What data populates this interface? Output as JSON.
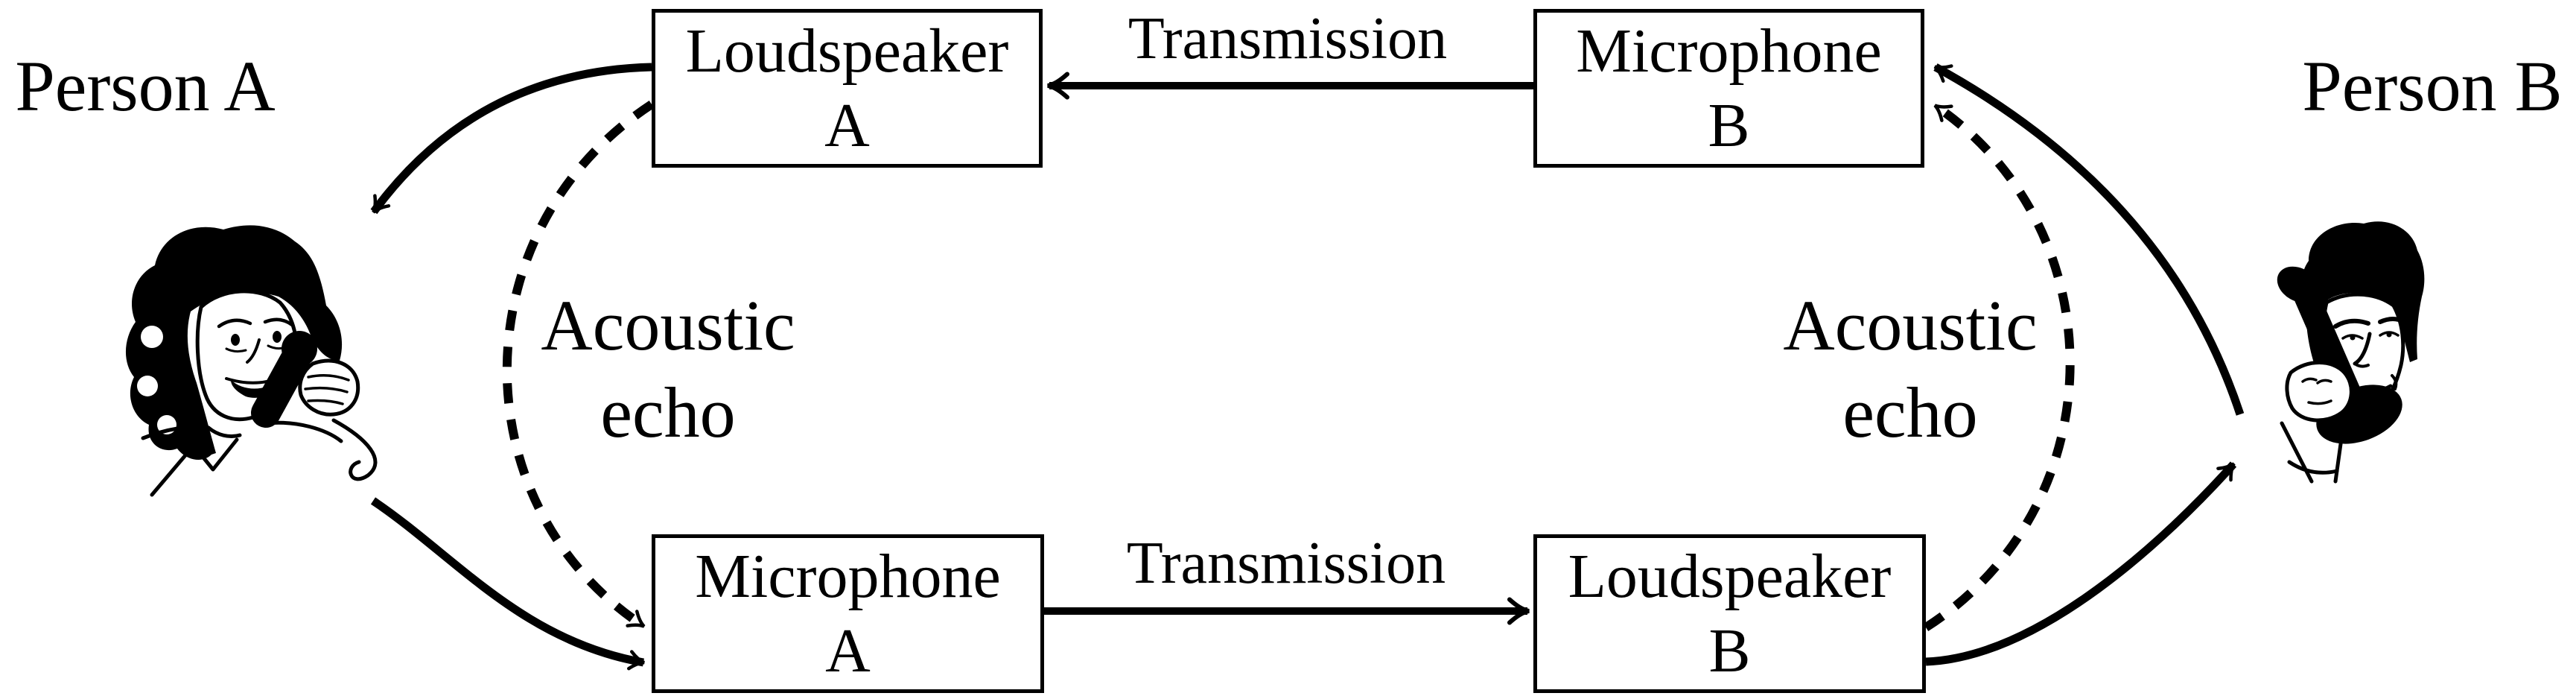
{
  "page": {
    "background": "#ffffff",
    "ink": "#000000"
  },
  "diagram": {
    "persons": {
      "a": {
        "label": "Person A"
      },
      "b": {
        "label": "Person B"
      }
    },
    "boxes": {
      "loudspeaker_a": {
        "line1": "Loudspeaker",
        "line2": "A"
      },
      "microphone_b": {
        "line1": "Microphone",
        "line2": "B"
      },
      "microphone_a": {
        "line1": "Microphone",
        "line2": "A"
      },
      "loudspeaker_b": {
        "line1": "Loudspeaker",
        "line2": "B"
      }
    },
    "labels": {
      "transmission_top": "Transmission",
      "transmission_bottom": "Transmission",
      "acoustic_echo_left": {
        "line1": "Acoustic",
        "line2": "echo"
      },
      "acoustic_echo_right": {
        "line1": "Acoustic",
        "line2": "echo"
      }
    },
    "edges": [
      {
        "from": "Microphone B",
        "to": "Loudspeaker A",
        "style": "solid",
        "label": "Transmission"
      },
      {
        "from": "Microphone A",
        "to": "Loudspeaker B",
        "style": "solid",
        "label": "Transmission"
      },
      {
        "from": "Loudspeaker A",
        "to": "Person A",
        "style": "solid",
        "label": ""
      },
      {
        "from": "Person A",
        "to": "Microphone A",
        "style": "solid",
        "label": ""
      },
      {
        "from": "Loudspeaker A",
        "to": "Microphone A",
        "style": "dashed",
        "label": "Acoustic echo"
      },
      {
        "from": "Loudspeaker B",
        "to": "Person B",
        "style": "solid",
        "label": ""
      },
      {
        "from": "Person B",
        "to": "Microphone B",
        "style": "solid",
        "label": ""
      },
      {
        "from": "Loudspeaker B",
        "to": "Microphone B",
        "style": "dashed",
        "label": "Acoustic echo"
      }
    ]
  }
}
